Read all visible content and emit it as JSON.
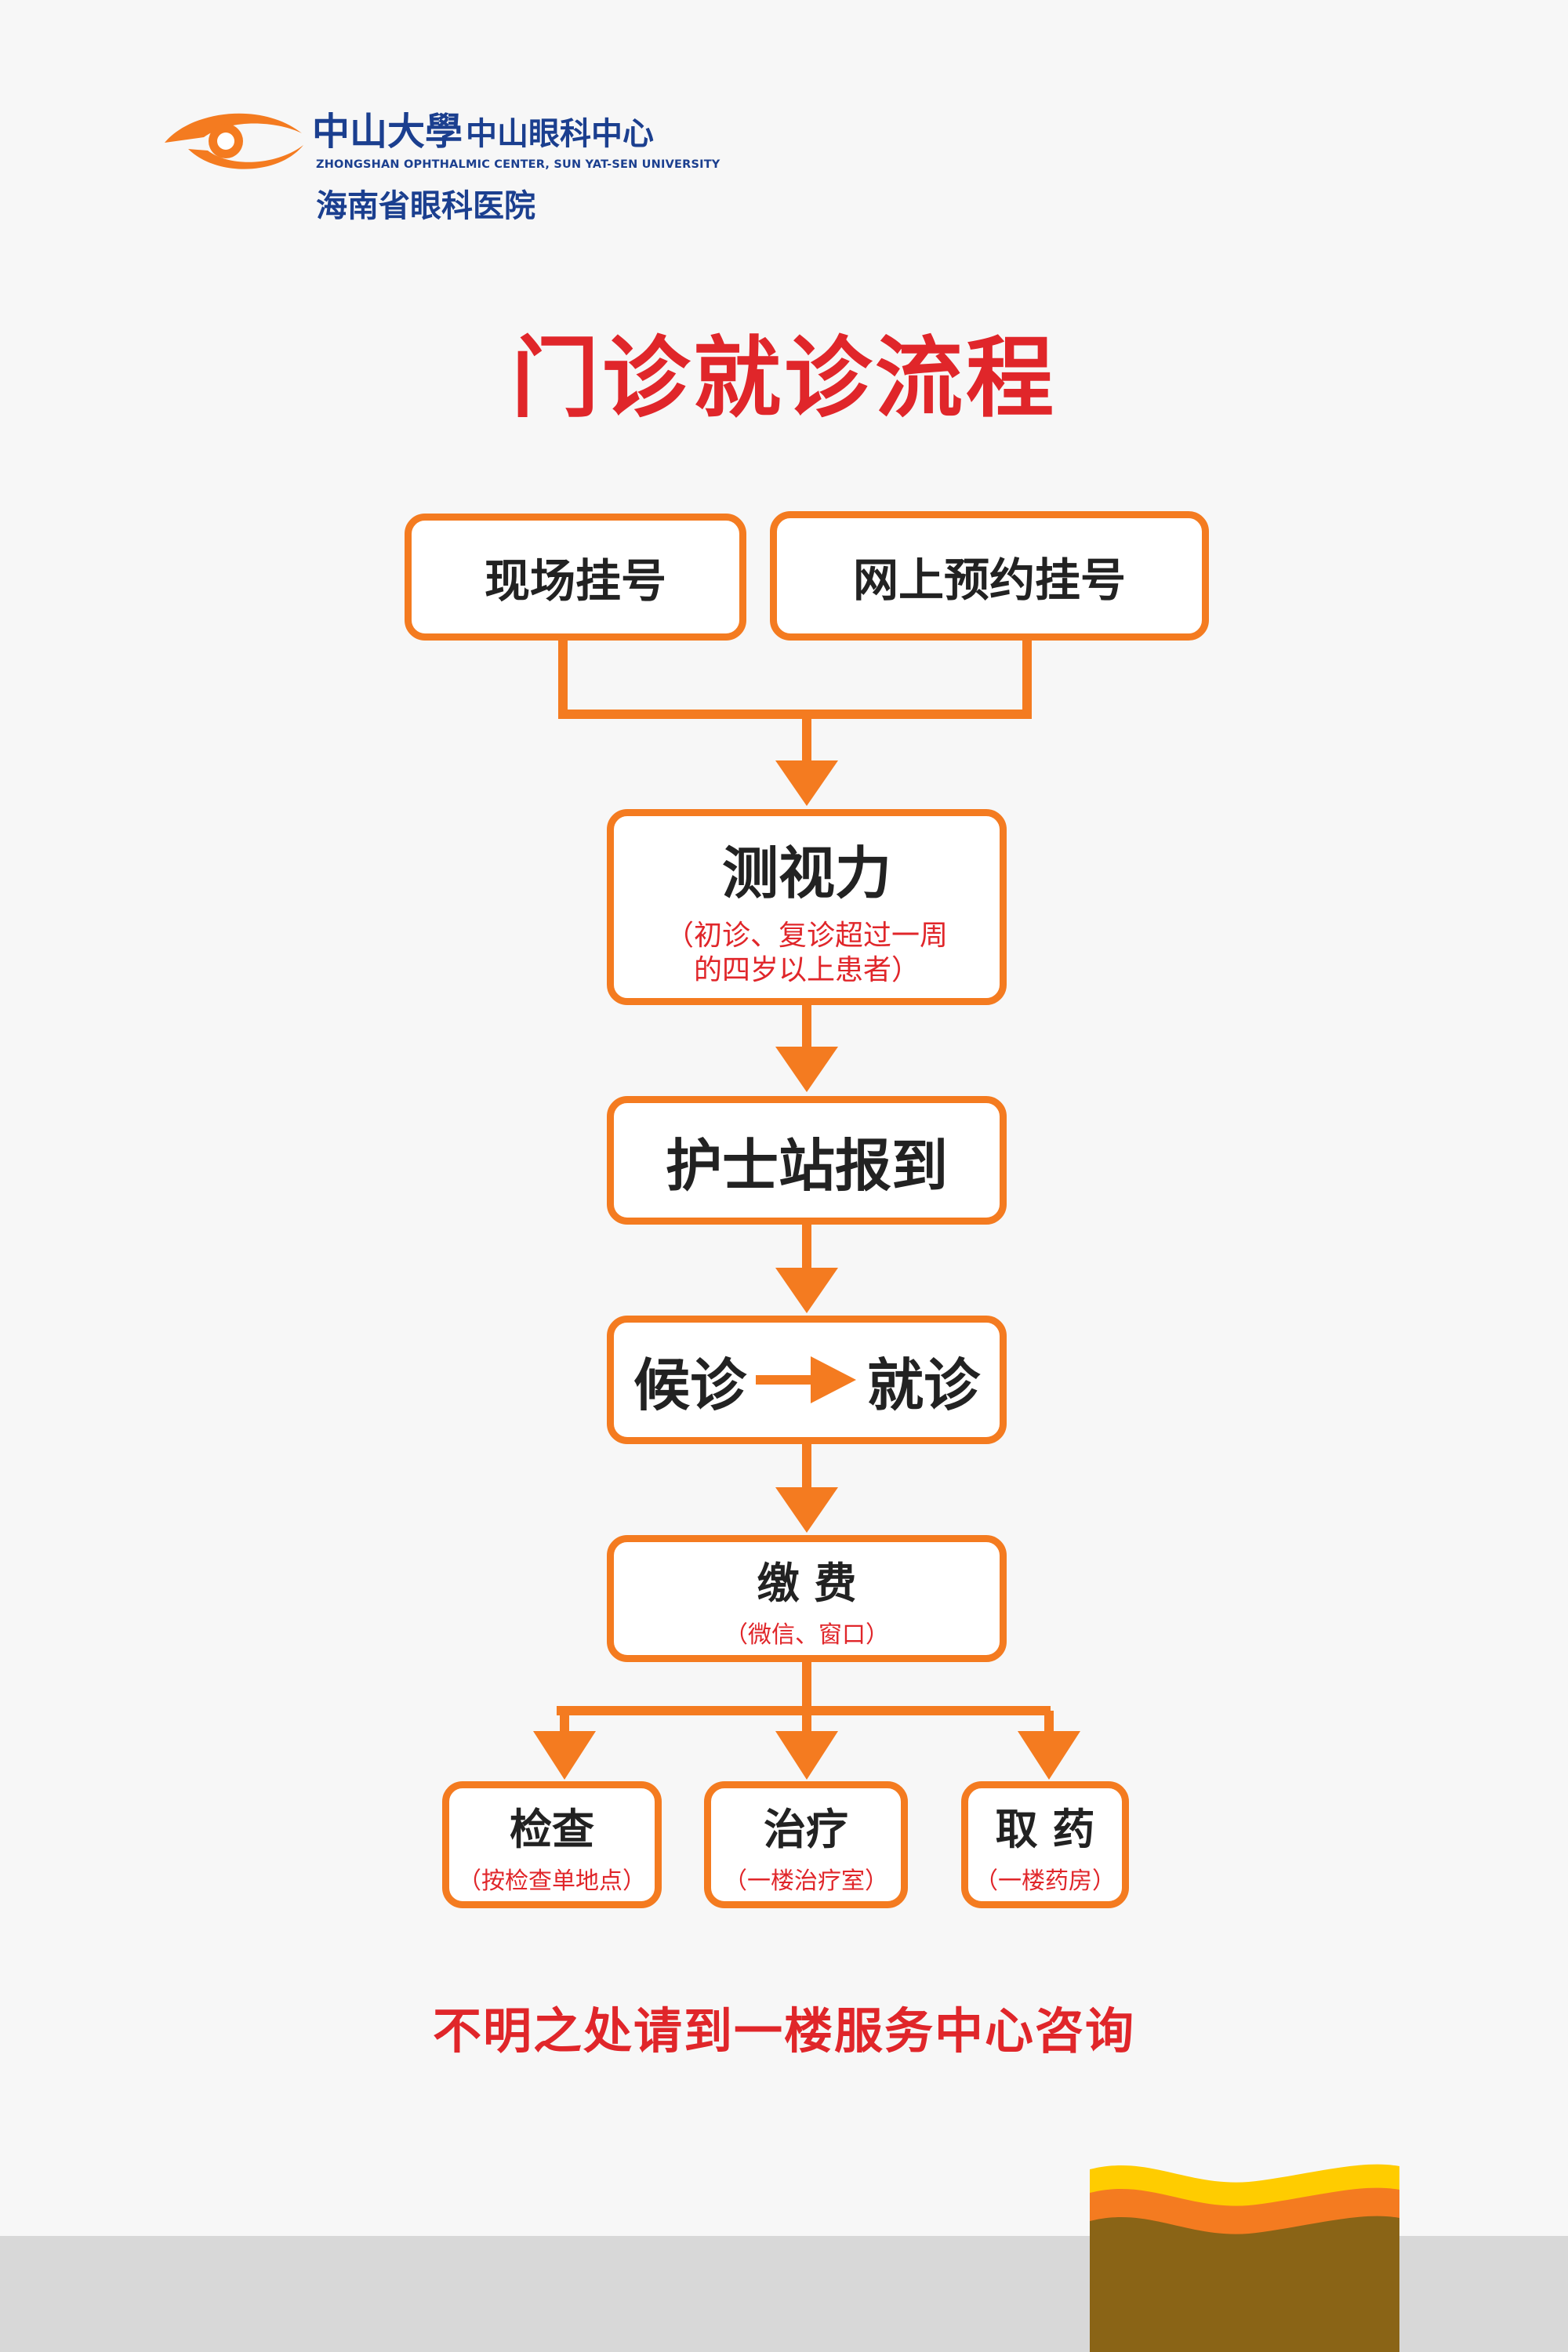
{
  "header": {
    "university_cn": "中山大學",
    "center_cn": "中山眼科中心",
    "center_en": "ZHONGSHAN OPHTHALMIC CENTER, SUN YAT-SEN UNIVERSITY",
    "hospital_cn": "海南省眼科医院",
    "logo_icon": "eye-logo-icon"
  },
  "title": "门诊就诊流程",
  "flow": {
    "register_onsite": "现场挂号",
    "register_online": "网上预约挂号",
    "vision_test": {
      "label": "测视力",
      "note_line1": "（初诊、复诊超过一周",
      "note_line2": "的四岁以上患者）"
    },
    "nurse_station": "护士站报到",
    "wait": "候诊",
    "consult": "就诊",
    "payment": {
      "label": "缴 费",
      "note": "（微信、窗口）"
    },
    "exam": {
      "label": "检查",
      "note": "（按检查单地点）"
    },
    "treatment": {
      "label": "治疗",
      "note": "（一楼治疗室）"
    },
    "pharmacy": {
      "label": "取 药",
      "note": "（一楼药房）"
    }
  },
  "notice": "不明之处请到一楼服务中心咨询",
  "colors": {
    "accent_orange": "#f47b20",
    "title_red": "#e0262a",
    "brand_blue": "#1b3f8f",
    "wave_yellow": "#ffcc00",
    "wave_brown": "#8a6416"
  }
}
